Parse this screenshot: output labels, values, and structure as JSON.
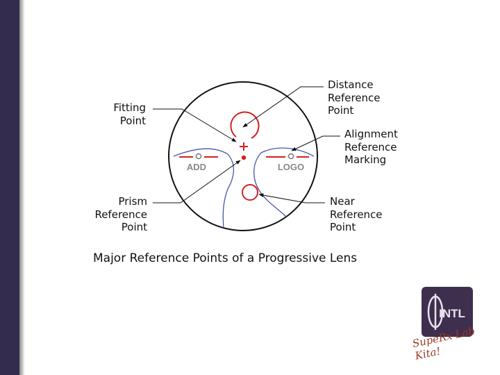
{
  "labels": {
    "fitting_point": "Fitting\nPoint",
    "distance_reference_point": "Distance\nReference\nPoint",
    "alignment_reference_marking": "Alignment\nReference\nMarking",
    "prism_reference_point": "Prism\nReference\nPoint",
    "near_reference_point": "Near\nReference\nPoint",
    "add": "ADD",
    "logo": "LOGO"
  },
  "caption": "Major Reference Points of a Progressive Lens",
  "brand": {
    "logo_text": "INTL",
    "tagline": "SupeRx Lab Kita!"
  },
  "colors": {
    "marker_red": "#d42020",
    "corridor_blue": "#4a52a8",
    "sidebar": "#332c4e",
    "logo_bg": "#3f2f4f",
    "tagline": "#9b3a22"
  }
}
